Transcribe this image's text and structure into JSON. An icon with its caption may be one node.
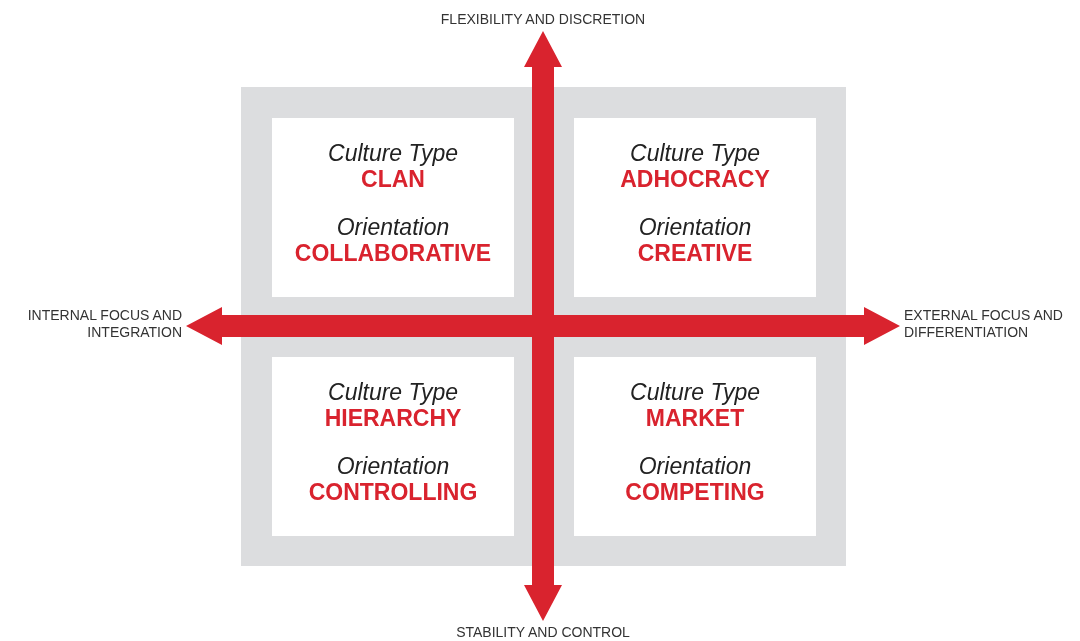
{
  "diagram": {
    "nodes": [
      {
        "text": [
          "Culture Type",
          "CLAN",
          "Orientation",
          "COLLABORATIVE"
        ]
      },
      {
        "text": [
          "Culture Type",
          "ADHOCRACY",
          "Orientation",
          "CREATIVE"
        ]
      },
      {
        "text": [
          "Culture Type",
          "HIERARCHY",
          "Orientation",
          "CONTROLLING"
        ]
      },
      {
        "text": [
          "Culture Type",
          "MARKET",
          "Orientation",
          "COMPETING"
        ]
      },
      {
        "text": [
          "FLEXIBILITY AND DISCRETION"
        ]
      },
      {
        "text": [
          "INTERNAL FOCUS AND INTEGRATION"
        ]
      },
      {
        "text": [
          "EXTERNAL FOCUS AND DIFFERENTIATION"
        ]
      },
      {
        "text": [
          "STABILITY AND CONTROL"
        ]
      }
    ],
    "edges": [
      {
        "from": 4,
        "to": 7,
        "arrow": "both"
      },
      {
        "from": 5,
        "to": 6,
        "arrow": "both"
      }
    ]
  }
}
